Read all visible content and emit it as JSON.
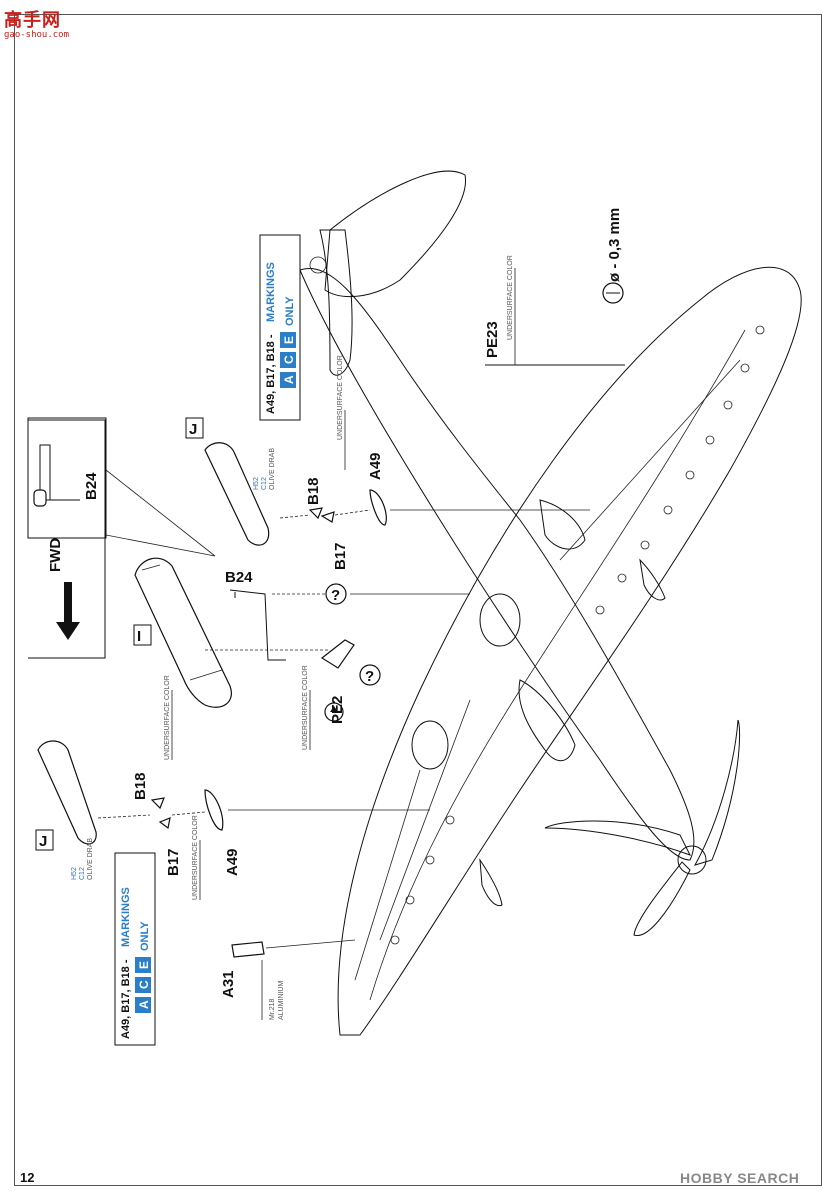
{
  "header": {
    "logo_text": "高手网",
    "logo_sub": "gao-shou.com"
  },
  "page": {
    "number": "12",
    "watermark": "HOBBY SEARCH"
  },
  "fwd_label": "FWD",
  "callout": {
    "part": "B24"
  },
  "parts": {
    "B24": "B24",
    "I": "I",
    "J_top": "J",
    "J_bottom": "J",
    "B18_top": "B18",
    "B17_top": "B17",
    "A49_top": "A49",
    "B18_bottom": "B18",
    "B17_bottom": "B17",
    "A49_bottom": "A49",
    "PE2": "PE2",
    "PE23": "PE23",
    "A31": "A31"
  },
  "symbols": {
    "question": "?",
    "drill_size": "ø - 0,3 mm"
  },
  "colors": {
    "olive_code_h": "H52",
    "olive_code_c": "C12",
    "olive_name": "OLIVE DRAB",
    "undersurface": "UNDERSURFACE COLOR",
    "aluminium_code": "Mr.218",
    "aluminium_name": "ALUMINIUM"
  },
  "markings_note": {
    "prefix": "A49, B17, B18 - ",
    "markings_word": "MARKINGS",
    "letters": [
      "A",
      "C",
      "E"
    ],
    "suffix": "ONLY"
  },
  "palette": {
    "accent_blue": "#2a7fc8",
    "logo_red": "#c8201c"
  }
}
